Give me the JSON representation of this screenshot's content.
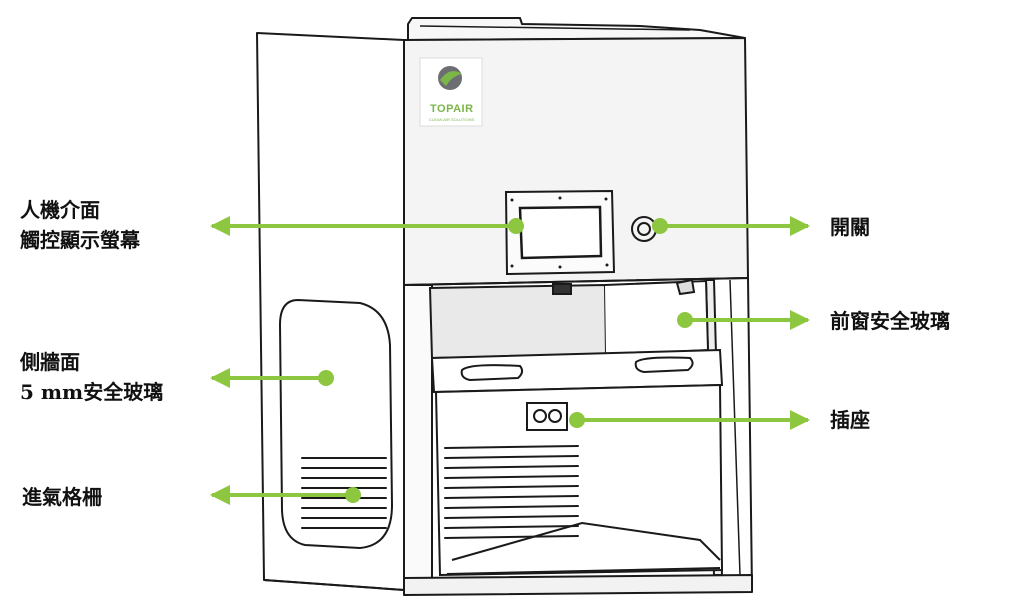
{
  "logo": {
    "text": "TOPAIR",
    "tagline": "CLEAN AIR SOLUTIONS"
  },
  "labels": {
    "hmi_line1": "人機介面",
    "hmi_line2": "觸控顯示螢幕",
    "switch": "開關",
    "front_glass": "前窗安全玻璃",
    "side_line1": "側牆面",
    "side_line2": "5 mm安全玻璃",
    "socket": "插座",
    "intake": "進氣格柵"
  },
  "colors": {
    "callout_green": "#8dc63f",
    "logo_green": "#7ab648",
    "outline": "#1a1a1a",
    "panel_gray": "#f2f2f2",
    "window_tint": "#e9e9e9"
  }
}
